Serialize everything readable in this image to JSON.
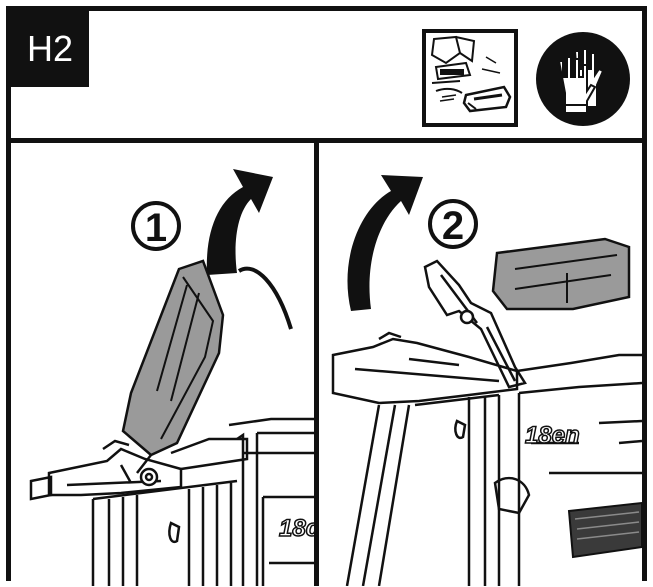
{
  "header": {
    "step_label": "H2",
    "glove_icon": "protective-gloves-icon",
    "thumbnail_icon": "tool-location-thumbnail"
  },
  "panels": [
    {
      "step_number": "1",
      "arrow_icon": "curved-arrow-up-icon",
      "brand_text": "18c"
    },
    {
      "step_number": "2",
      "arrow_icon": "curved-arrow-up-icon",
      "brand_text": "18en"
    }
  ],
  "colors": {
    "ink": "#111111",
    "fill_gray": "#9a9a9a",
    "light_gray": "#cfcfcf"
  }
}
